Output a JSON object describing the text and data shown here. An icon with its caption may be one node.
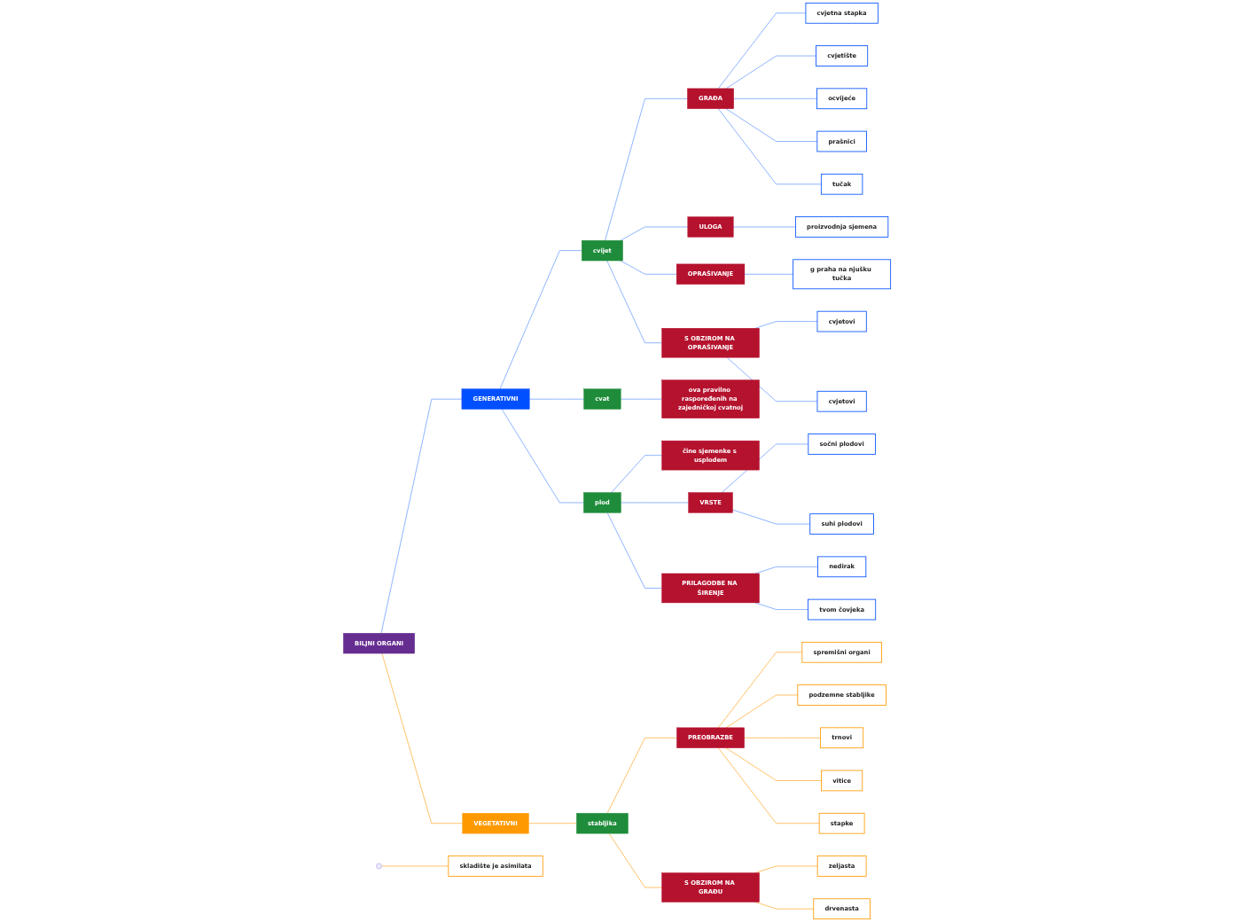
{
  "diagram": {
    "nodes": [
      {
        "text": [
          "BILJNI ORGANI"
        ]
      },
      {
        "text": [
          "GENERATIVNI"
        ]
      },
      {
        "text": [
          "cvijet"
        ]
      },
      {
        "text": [
          "GRAĐA"
        ]
      },
      {
        "text": [
          "cvjetna stapka"
        ]
      },
      {
        "text": [
          "cvjetište"
        ]
      },
      {
        "text": [
          "ocvijeće"
        ]
      },
      {
        "text": [
          "prašnici"
        ]
      },
      {
        "text": [
          "tučak"
        ]
      },
      {
        "text": [
          "ULOGA"
        ]
      },
      {
        "text": [
          "proizvodnja sjemena"
        ]
      },
      {
        "text": [
          "OPRAŠIVANJE"
        ]
      },
      {
        "text": [
          "g praha na njušku tučka"
        ]
      },
      {
        "text": [
          "S OBZIROM NA OPRAŠIVANJE"
        ]
      },
      {
        "text": [
          "cvjetovi"
        ]
      },
      {
        "text": [
          "cvjetovi"
        ]
      },
      {
        "text": [
          "cvat"
        ]
      },
      {
        "text": [
          "ova pravilno raspoređenih na zajedničkoj cvatnoj"
        ]
      },
      {
        "text": [
          "plod"
        ]
      },
      {
        "text": [
          "čine sjemenke s usplodem"
        ]
      },
      {
        "text": [
          "VRSTE"
        ]
      },
      {
        "text": [
          "sočni plodovi"
        ]
      },
      {
        "text": [
          "suhi plodovi"
        ]
      },
      {
        "text": [
          "PRILAGODBE NA ŠIRENJE"
        ]
      },
      {
        "text": [
          "nedirak"
        ]
      },
      {
        "text": [
          "tvom čovjeka"
        ]
      },
      {
        "text": [
          "VEGETATIVNI"
        ]
      },
      {
        "text": [
          "skladište je asimilata"
        ]
      },
      {
        "text": [
          "stabljika"
        ]
      },
      {
        "text": [
          "PREOBRAZBE"
        ]
      },
      {
        "text": [
          "spremišni organi"
        ]
      },
      {
        "text": [
          "podzemne stabljike"
        ]
      },
      {
        "text": [
          "trnovi"
        ]
      },
      {
        "text": [
          "vitice"
        ]
      },
      {
        "text": [
          "stapke"
        ]
      },
      {
        "text": [
          "S OBZIROM NA GRAĐU"
        ]
      },
      {
        "text": [
          "zeljasta"
        ]
      },
      {
        "text": [
          "drvenasta"
        ]
      }
    ],
    "edges": [
      {
        "from": 0,
        "to": 1,
        "arrow": "none"
      },
      {
        "from": 1,
        "to": 2,
        "arrow": "none"
      },
      {
        "from": 2,
        "to": 3,
        "arrow": "none"
      },
      {
        "from": 3,
        "to": 4,
        "arrow": "none"
      },
      {
        "from": 3,
        "to": 5,
        "arrow": "none"
      },
      {
        "from": 3,
        "to": 6,
        "arrow": "none"
      },
      {
        "from": 3,
        "to": 7,
        "arrow": "none"
      },
      {
        "from": 3,
        "to": 8,
        "arrow": "none"
      },
      {
        "from": 2,
        "to": 9,
        "arrow": "none"
      },
      {
        "from": 9,
        "to": 10,
        "arrow": "none"
      },
      {
        "from": 2,
        "to": 11,
        "arrow": "none"
      },
      {
        "from": 11,
        "to": 12,
        "arrow": "none"
      },
      {
        "from": 2,
        "to": 13,
        "arrow": "none"
      },
      {
        "from": 13,
        "to": 14,
        "arrow": "none"
      },
      {
        "from": 13,
        "to": 15,
        "arrow": "none"
      },
      {
        "from": 1,
        "to": 16,
        "arrow": "none"
      },
      {
        "from": 16,
        "to": 17,
        "arrow": "none"
      },
      {
        "from": 1,
        "to": 18,
        "arrow": "none"
      },
      {
        "from": 18,
        "to": 19,
        "arrow": "none"
      },
      {
        "from": 18,
        "to": 20,
        "arrow": "none"
      },
      {
        "from": 20,
        "to": 21,
        "arrow": "none"
      },
      {
        "from": 20,
        "to": 22,
        "arrow": "none"
      },
      {
        "from": 18,
        "to": 23,
        "arrow": "none"
      },
      {
        "from": 23,
        "to": 24,
        "arrow": "none"
      },
      {
        "from": 23,
        "to": 25,
        "arrow": "none"
      },
      {
        "from": 0,
        "to": 26,
        "arrow": "none",
        "color": "#ffb74d"
      },
      {
        "from": null,
        "to": 27,
        "arrow": "none",
        "color": "#ffb74d"
      },
      {
        "from": 26,
        "to": 28,
        "arrow": "none",
        "color": "#ffb74d"
      },
      {
        "from": 28,
        "to": 29,
        "arrow": "none",
        "color": "#ffb74d"
      },
      {
        "from": 29,
        "to": 30,
        "arrow": "none",
        "color": "#ffb74d"
      },
      {
        "from": 29,
        "to": 31,
        "arrow": "none",
        "color": "#ffb74d"
      },
      {
        "from": 29,
        "to": 32,
        "arrow": "none",
        "color": "#ffb74d"
      },
      {
        "from": 29,
        "to": 33,
        "arrow": "none",
        "color": "#ffb74d"
      },
      {
        "from": 29,
        "to": 34,
        "arrow": "none",
        "color": "#ffb74d"
      },
      {
        "from": 28,
        "to": 35,
        "arrow": "none",
        "color": "#ffb74d"
      },
      {
        "from": 35,
        "to": 36,
        "arrow": "none",
        "color": "#ffb74d"
      },
      {
        "from": 35,
        "to": 37,
        "arrow": "none",
        "color": "#ffb74d"
      }
    ]
  }
}
